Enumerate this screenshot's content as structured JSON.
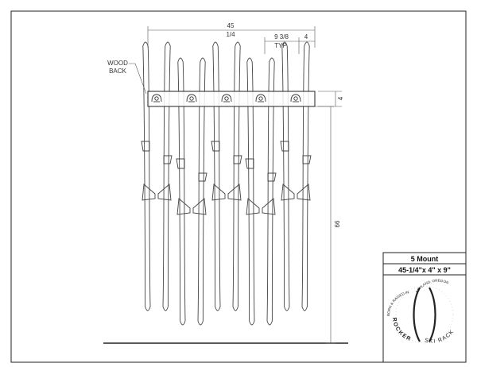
{
  "dimensions": {
    "overall_width_top": "45",
    "overall_width_bottom": "1/4",
    "spacing_value": "9 3/8",
    "spacing_note": "TYP",
    "right_offset": "4",
    "back_height": "4",
    "overall_height": "66"
  },
  "callouts": {
    "wood_back_line1": "WOOD",
    "wood_back_line2": "BACK"
  },
  "title_block": {
    "model": "5 Mount",
    "size": "45-1/4\"x 4\" x 9\""
  },
  "logo": {
    "arc_top_left": "BORN & RAISED IN",
    "arc_top_right": "ASHLAND, OREGON",
    "arc_bottom_left": "ROCKER",
    "arc_bottom_right": "SKI RACK"
  }
}
